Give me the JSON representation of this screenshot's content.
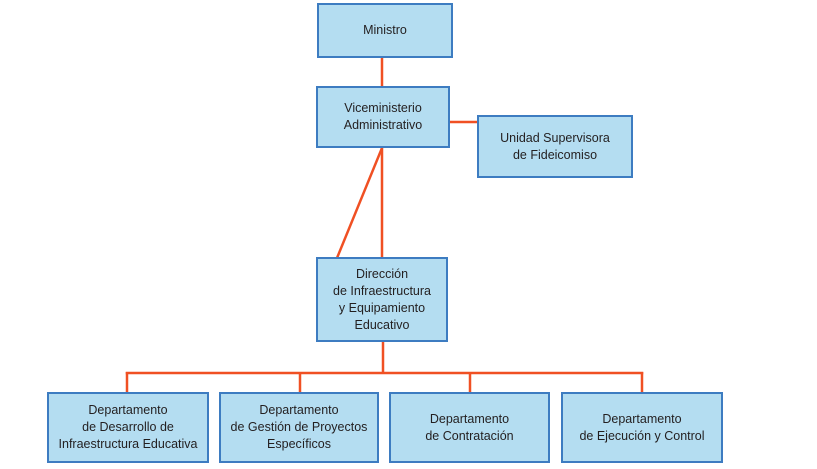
{
  "colors": {
    "background": "#ffffff",
    "box_fill": "#b4ddf1",
    "box_border": "#3d7cc1",
    "connector": "#f05023",
    "text": "#231f20"
  },
  "nodes": {
    "ministro": {
      "label": "Ministro"
    },
    "viceministerio": {
      "label": "Viceministerio\nAdministrativo"
    },
    "unidad_supervisora": {
      "label": "Unidad Supervisora\nde Fideicomiso"
    },
    "direccion": {
      "label": "Dirección\nde Infraestructura\ny Equipamiento\nEducativo"
    },
    "dept_desarrollo": {
      "label": "Departamento\nde Desarrollo de\nInfraestructura Educativa"
    },
    "dept_gestion": {
      "label": "Departamento\nde Gestión de Proyectos\nEspecíficos"
    },
    "dept_contratacion": {
      "label": "Departamento\nde Contratación"
    },
    "dept_ejecucion": {
      "label": "Departamento\nde Ejecución y Control"
    }
  }
}
